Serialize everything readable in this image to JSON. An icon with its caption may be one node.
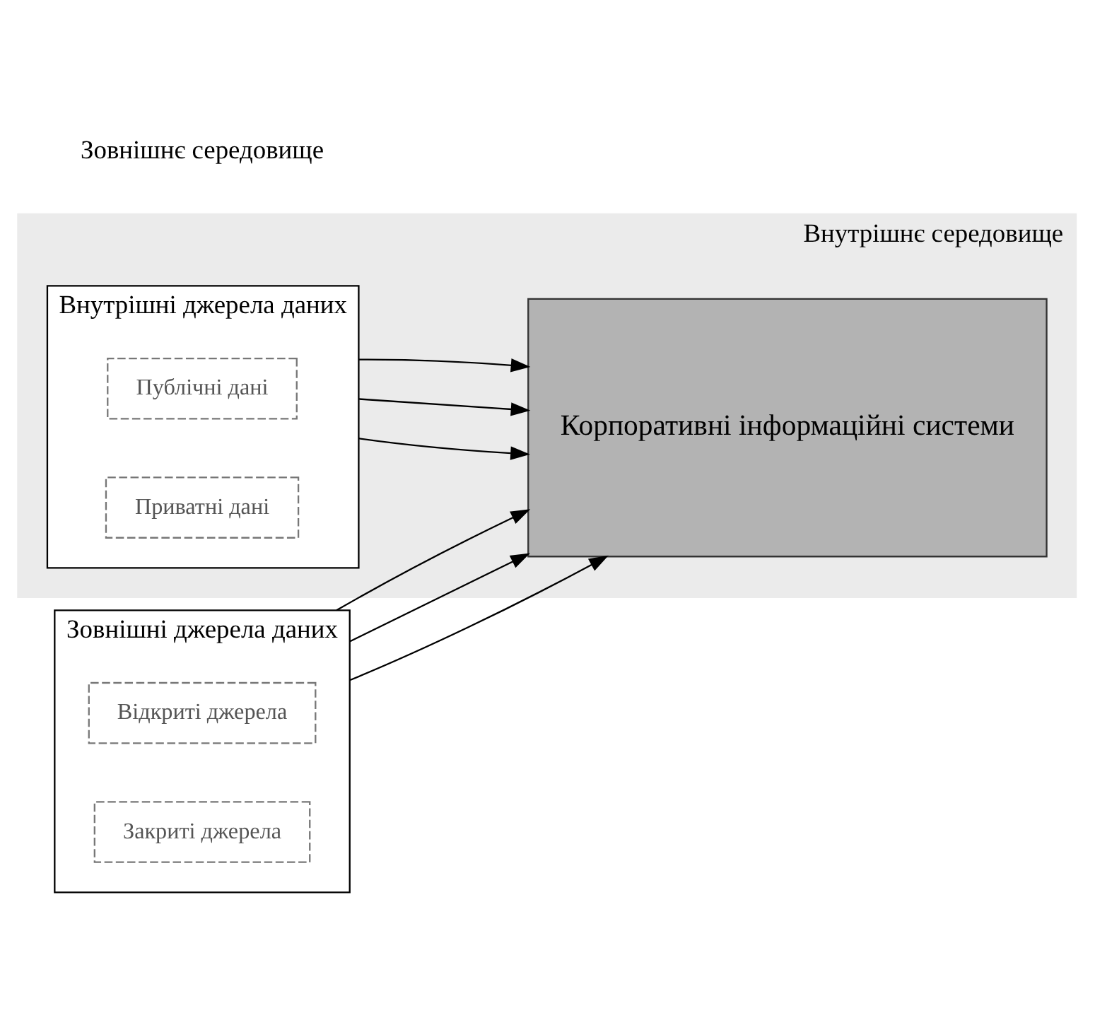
{
  "diagram": {
    "nodes": [
      {
        "text": [
          "Внутрішнє середовище"
        ]
      },
      {
        "text": [
          "Внутрішні джерела даних"
        ],
        "in": 0
      },
      {
        "text": [
          "Публічні дані"
        ],
        "in": 1
      },
      {
        "text": [
          "Приватні дані"
        ],
        "in": 1
      },
      {
        "text": [
          "Корпоративні інформаційні системи"
        ],
        "in": 0
      },
      {
        "text": [
          "Зовнішні джерела даних"
        ]
      },
      {
        "text": [
          "Відкриті джерела"
        ],
        "in": 5
      },
      {
        "text": [
          "Закриті джерела"
        ],
        "in": 5
      }
    ],
    "edges": [
      {
        "from": 1,
        "to": 4,
        "arrow": "to"
      },
      {
        "from": 1,
        "to": 4,
        "arrow": "to"
      },
      {
        "from": 1,
        "to": 4,
        "arrow": "to"
      },
      {
        "from": 5,
        "to": 4,
        "arrow": "to"
      },
      {
        "from": 5,
        "to": 4,
        "arrow": "to"
      },
      {
        "from": 5,
        "to": 4,
        "arrow": "to"
      }
    ],
    "labels": [
      "Зовнішнє середовище"
    ]
  }
}
